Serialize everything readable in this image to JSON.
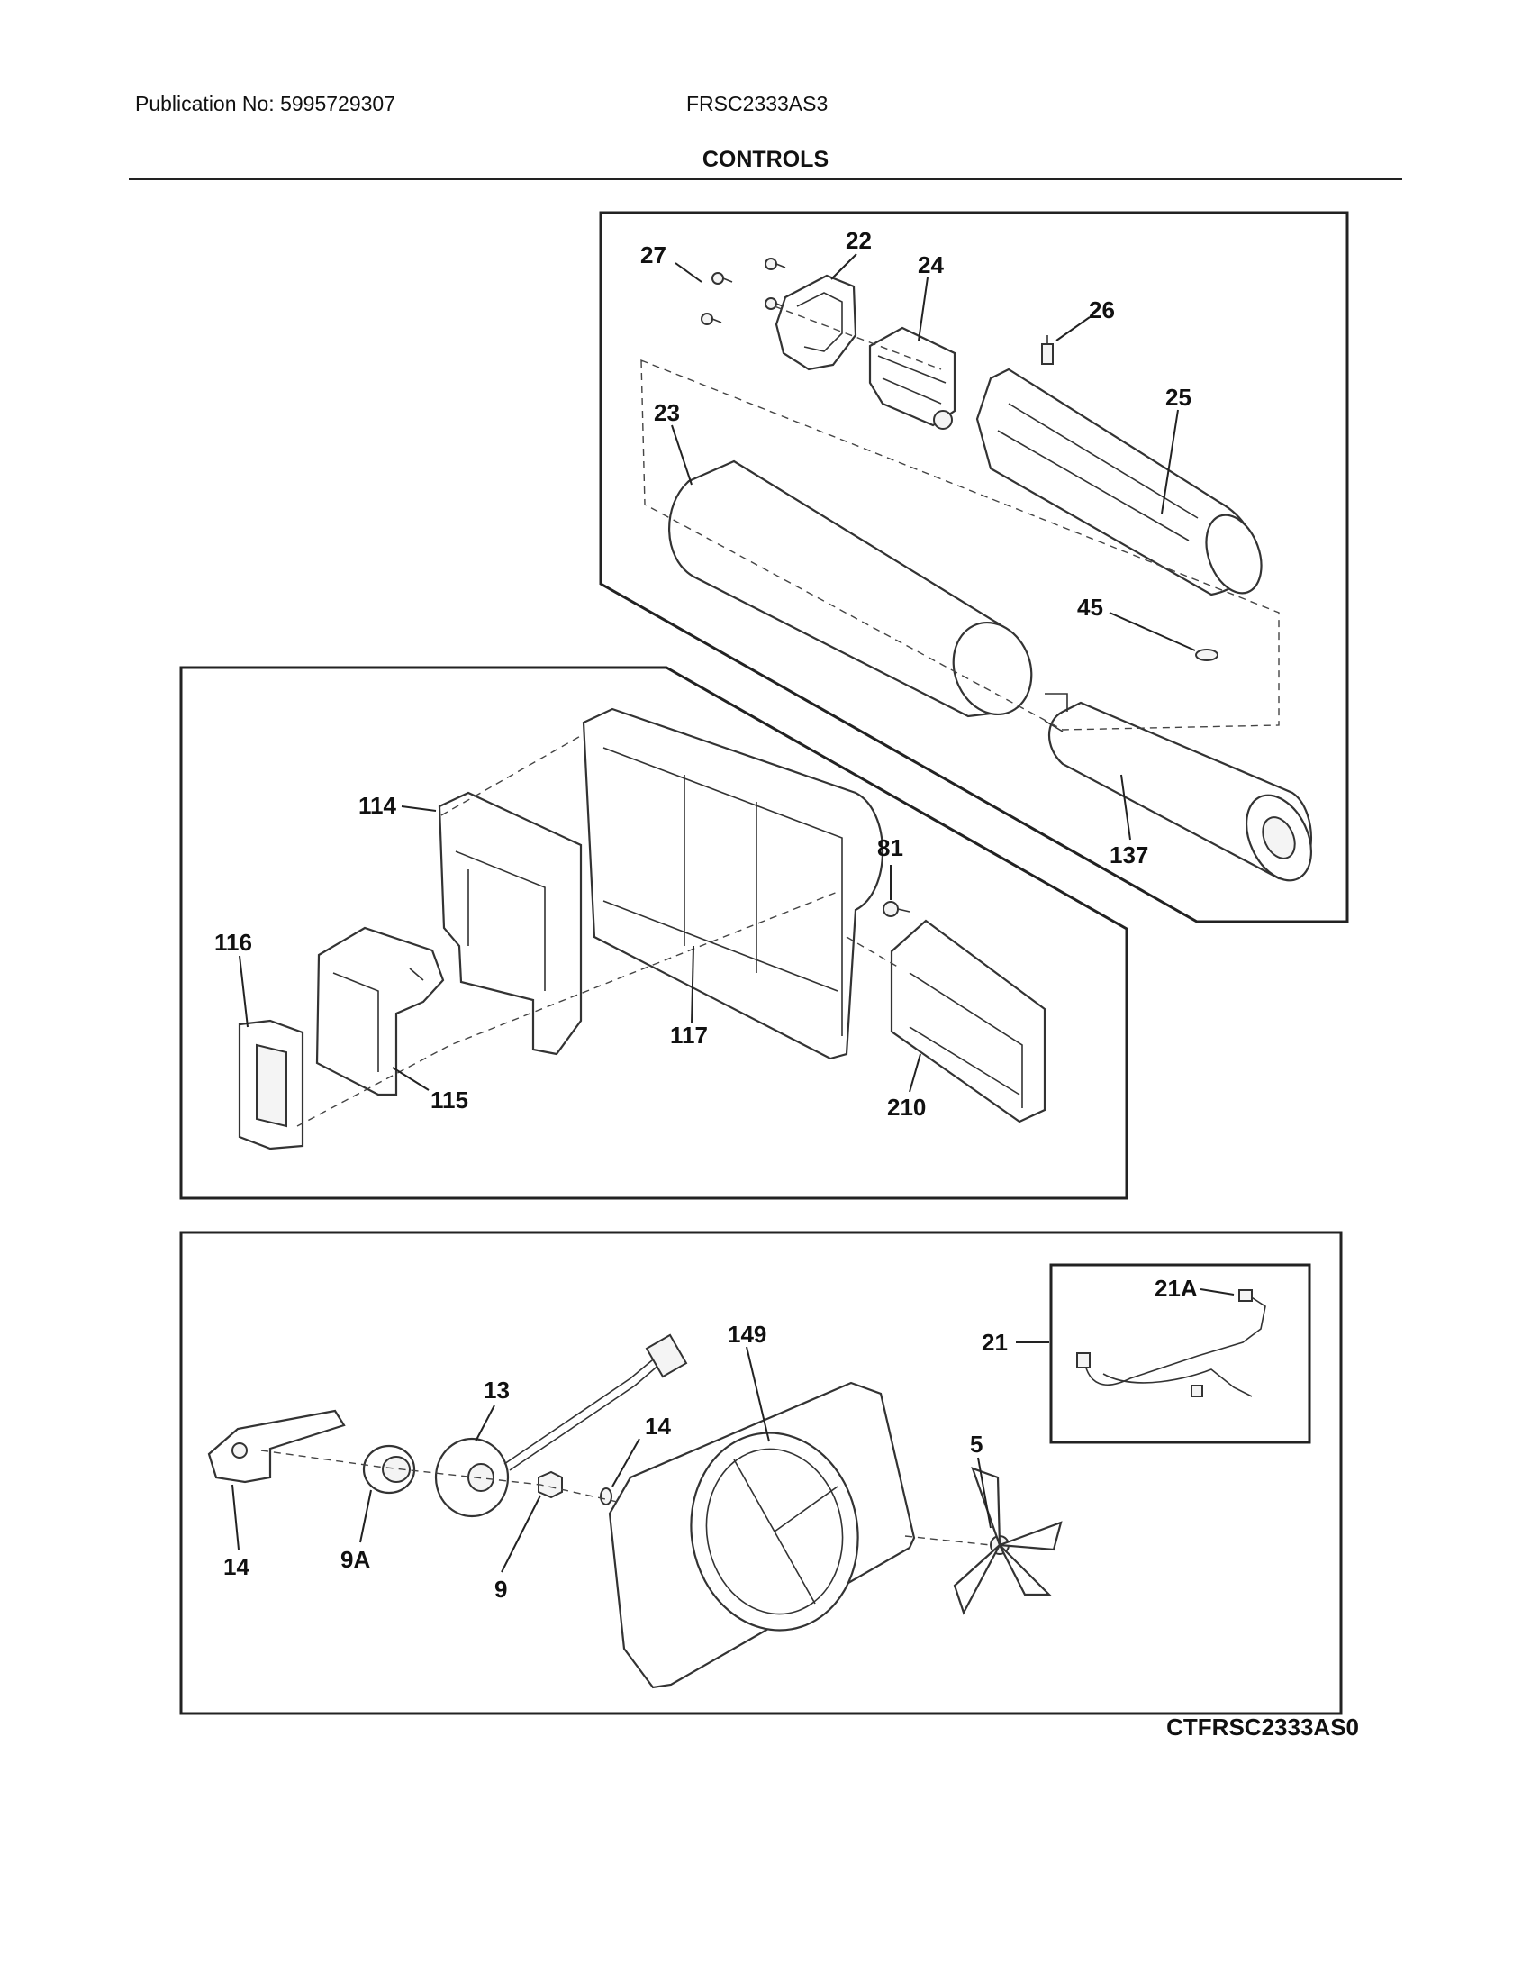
{
  "header": {
    "publication": "Publication No: 5995729307",
    "model": "FRSC2333AS3",
    "title": "CONTROLS"
  },
  "footer": {
    "code": "CTFRSC2333AS0"
  },
  "callouts": {
    "c27": "27",
    "c22": "22",
    "c24": "24",
    "c26": "26",
    "c25": "25",
    "c23": "23",
    "c45": "45",
    "c137": "137",
    "c114": "114",
    "c116": "116",
    "c115": "115",
    "c117": "117",
    "c81": "81",
    "c210": "210",
    "c21A": "21A",
    "c21": "21",
    "c149": "149",
    "c13": "13",
    "c14a": "14",
    "c14b": "14",
    "c9A": "9A",
    "c9": "9",
    "c5": "5"
  }
}
